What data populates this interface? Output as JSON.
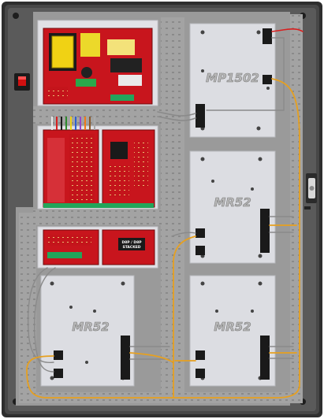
{
  "boards": {
    "mp1502": "MP1502",
    "mr52_right_top": "MR52",
    "mr52_left_bottom": "MR52",
    "mr52_right_bottom": "MR52"
  },
  "expansion_board": {
    "line1": "D8P / D8P",
    "line2": "STACKED"
  },
  "colors": {
    "enclosure": "#3e3e3e",
    "backplate": "#9c9c9c",
    "mount_plate": "#dcdde2",
    "pcb_red": "#c4141b",
    "wire_orange": "#e6a020",
    "wire_gray": "#8a8a8a"
  },
  "icons": [
    "power-switch-icon",
    "tamper-switch-icon",
    "cam-lock-icon"
  ]
}
